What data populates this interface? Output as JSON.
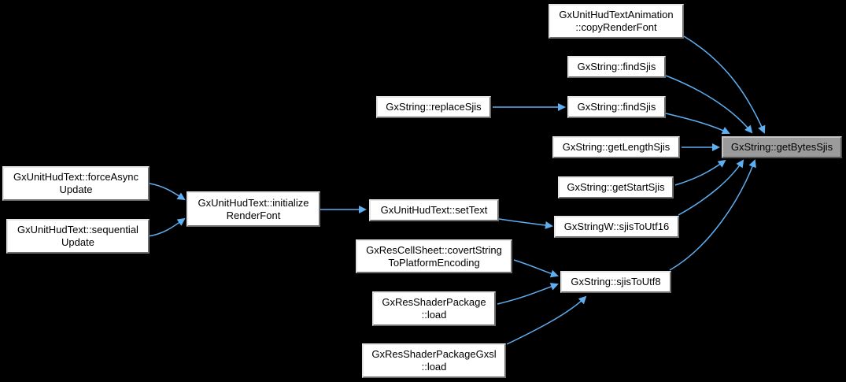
{
  "diagram": {
    "type": "call-graph",
    "background_color": "#000000",
    "edge_color": "#5faeef",
    "node_fill_color": "#ffffff",
    "current_node_fill_color": "#9b9b9b",
    "current_node": "GxString::getBytesSjis",
    "nodes": [
      {
        "id": "copy_render_font",
        "label": "GxUnitHudTextAnimation\n::copyRenderFont"
      },
      {
        "id": "find_sjis_1",
        "label": "GxString::findSjis"
      },
      {
        "id": "find_sjis_2",
        "label": "GxString::findSjis"
      },
      {
        "id": "replace_sjis",
        "label": "GxString::replaceSjis"
      },
      {
        "id": "get_length_sjis",
        "label": "GxString::getLengthSjis"
      },
      {
        "id": "get_bytes_sjis",
        "label": "GxString::getBytesSjis"
      },
      {
        "id": "get_start_sjis",
        "label": "GxString::getStartSjis"
      },
      {
        "id": "sjis_to_utf16",
        "label": "GxStringW::sjisToUtf16"
      },
      {
        "id": "force_async_update",
        "label": "GxUnitHudText::forceAsync\nUpdate"
      },
      {
        "id": "sequential_update",
        "label": "GxUnitHudText::sequential\nUpdate"
      },
      {
        "id": "initialize_render_font",
        "label": "GxUnitHudText::initialize\nRenderFont"
      },
      {
        "id": "set_text",
        "label": "GxUnitHudText::setText"
      },
      {
        "id": "covert_string_to_platform_encoding",
        "label": "GxResCellSheet::covertString\nToPlatformEncoding"
      },
      {
        "id": "shader_package_load",
        "label": "GxResShaderPackage\n::load"
      },
      {
        "id": "sjis_to_utf8",
        "label": "GxString::sjisToUtf8"
      },
      {
        "id": "shader_package_gxsl_load",
        "label": "GxResShaderPackageGxsl\n::load"
      }
    ],
    "edges": [
      {
        "from": "force_async_update",
        "to": "initialize_render_font"
      },
      {
        "from": "sequential_update",
        "to": "initialize_render_font"
      },
      {
        "from": "initialize_render_font",
        "to": "set_text"
      },
      {
        "from": "set_text",
        "to": "sjis_to_utf16"
      },
      {
        "from": "replace_sjis",
        "to": "find_sjis_2"
      },
      {
        "from": "copy_render_font",
        "to": "get_bytes_sjis"
      },
      {
        "from": "find_sjis_1",
        "to": "get_bytes_sjis"
      },
      {
        "from": "find_sjis_2",
        "to": "get_bytes_sjis"
      },
      {
        "from": "get_length_sjis",
        "to": "get_bytes_sjis"
      },
      {
        "from": "get_start_sjis",
        "to": "get_bytes_sjis"
      },
      {
        "from": "sjis_to_utf16",
        "to": "get_bytes_sjis"
      },
      {
        "from": "sjis_to_utf8",
        "to": "get_bytes_sjis"
      },
      {
        "from": "covert_string_to_platform_encoding",
        "to": "sjis_to_utf8"
      },
      {
        "from": "shader_package_load",
        "to": "sjis_to_utf8"
      },
      {
        "from": "shader_package_gxsl_load",
        "to": "sjis_to_utf8"
      }
    ]
  }
}
